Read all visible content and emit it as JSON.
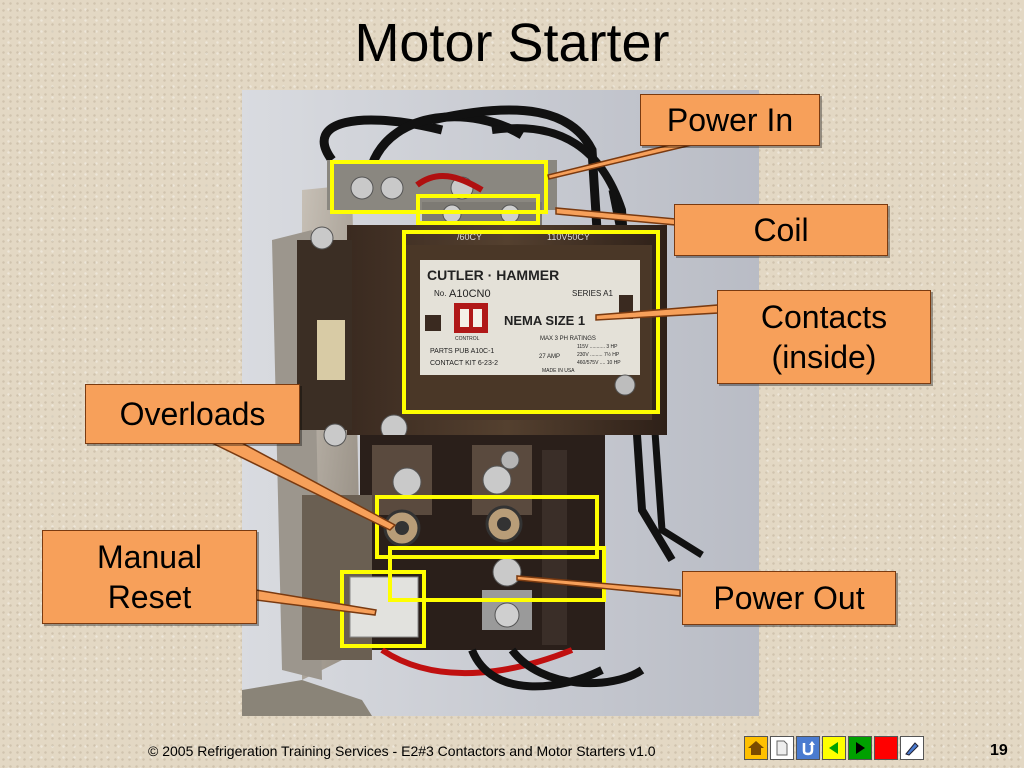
{
  "slide": {
    "title": "Motor Starter",
    "page_number": "19",
    "footer": "© 2005 Refrigeration Training Services - E2#3 Contactors and Motor Starters  v1.0"
  },
  "photo_labels": {
    "freq": "/60CY",
    "voltage": "110V50CY",
    "brand": "CUTLER · HAMMER",
    "model_prefix": "No.",
    "model": "A10CN0",
    "series": "SERIES A1",
    "nema": "NEMA SIZE 1",
    "ratings": "MAX 3 PH RATINGS",
    "parts_pub": "PARTS PUB  A10C-1",
    "contact_kit": "CONTACT KIT  6-23-2",
    "amps": "27 AMP",
    "rating1": "115V ........... 3 HP",
    "rating2": "230V ......... 7½ HP",
    "rating3": "460/575V .... 10 HP",
    "made_in": "MADE IN USA",
    "control": "CONTROL"
  },
  "callouts": {
    "power_in": "Power In",
    "coil": "Coil",
    "contacts": "Contacts\n(inside)",
    "overloads": "Overloads",
    "manual_reset": "Manual\nReset",
    "power_out": "Power Out"
  },
  "colors": {
    "callout_fill": "#f7a05a",
    "highlight_box": "#ffff00",
    "nav_home": "#ffc000",
    "nav_back": "#ffff00",
    "nav_forward": "#00a000",
    "nav_stop": "#ff0000"
  },
  "nav_icons": [
    "home-icon",
    "document-icon",
    "return-icon",
    "previous-icon",
    "next-icon",
    "end-icon",
    "pen-icon"
  ]
}
